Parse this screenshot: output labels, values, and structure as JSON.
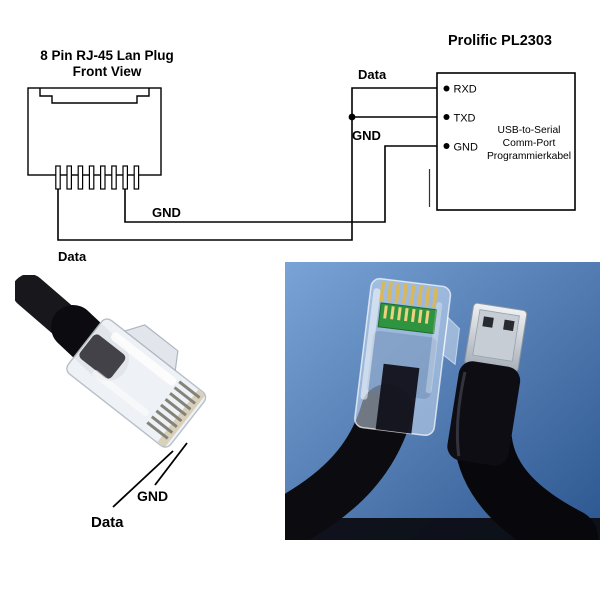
{
  "diagram": {
    "rj45": {
      "title_line1": "8 Pin RJ-45 Lan Plug",
      "title_line2": "Front View"
    },
    "wire_labels": {
      "data_top": "Data",
      "gnd_box": "GND",
      "gnd_plug": "GND",
      "data_plug": "Data"
    },
    "box": {
      "title": "Prolific PL2303",
      "pins": [
        "RXD",
        "TXD",
        "GND"
      ],
      "description_lines": [
        "USB-to-Serial",
        "Comm-Port",
        "Programmierkabel"
      ]
    }
  },
  "photo_left": {
    "gnd": "GND",
    "data": "Data"
  },
  "photo_right": {
    "bg_top": "#7aa3d6",
    "bg_bottom": "#2c568f"
  }
}
